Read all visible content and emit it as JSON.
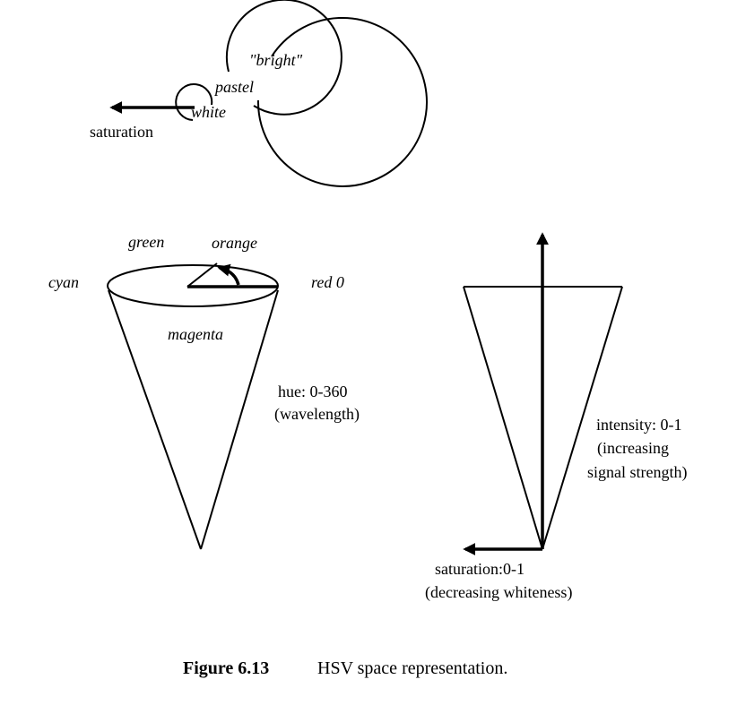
{
  "saturation_rings": {
    "outer_label": "\"bright\"",
    "middle_label": "pastel",
    "center_label": "white",
    "arrow_label": "saturation"
  },
  "hue_cone": {
    "label_green": "green",
    "label_orange": "orange",
    "label_cyan": "cyan",
    "label_red": "red 0",
    "label_magenta": "magenta",
    "hue_line1": "hue: 0-360",
    "hue_line2": "(wavelength)"
  },
  "intensity_cone": {
    "intensity_line1": "intensity: 0-1",
    "intensity_line2": "(increasing",
    "intensity_line3": "signal strength)",
    "saturation_line1": "saturation:0-1",
    "saturation_line2": "(decreasing whiteness)"
  },
  "caption": {
    "number": "Figure 6.13",
    "text": "HSV space representation."
  }
}
